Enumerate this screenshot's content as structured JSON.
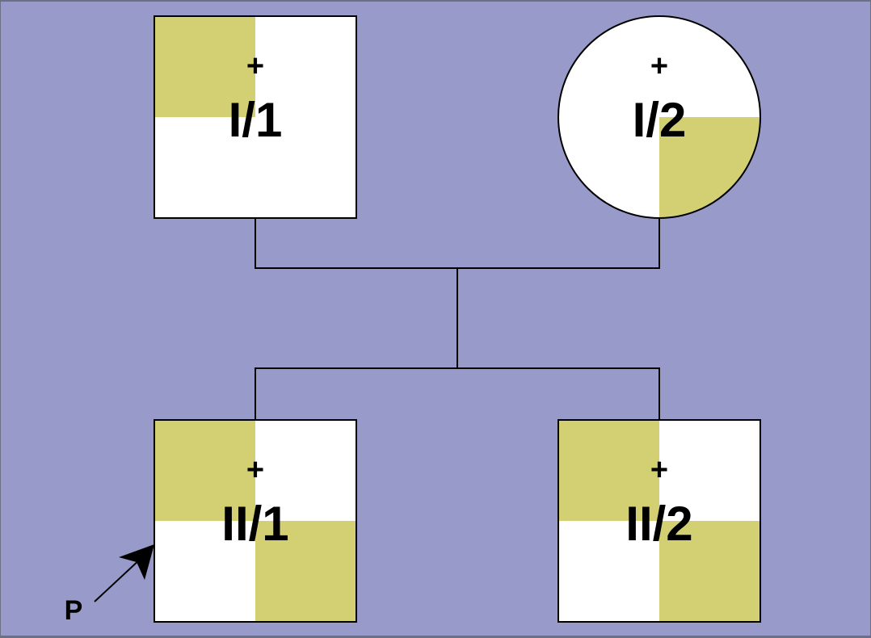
{
  "colors": {
    "background": "#989ac9",
    "affected_fill": "#d3d073",
    "unaffected_fill": "#ffffff",
    "line": "#000000"
  },
  "proband_label": "P",
  "individuals": [
    {
      "id": "I/1",
      "sex": "male",
      "status_marker": "+",
      "affected_quadrants": [
        "top-left"
      ]
    },
    {
      "id": "I/2",
      "sex": "female",
      "status_marker": "+",
      "affected_quadrants": [
        "bottom-right"
      ]
    },
    {
      "id": "II/1",
      "sex": "male",
      "status_marker": "+",
      "proband": true,
      "affected_quadrants": [
        "top-left",
        "bottom-right"
      ]
    },
    {
      "id": "II/2",
      "sex": "male",
      "status_marker": "+",
      "affected_quadrants": [
        "top-left",
        "bottom-right"
      ]
    }
  ]
}
